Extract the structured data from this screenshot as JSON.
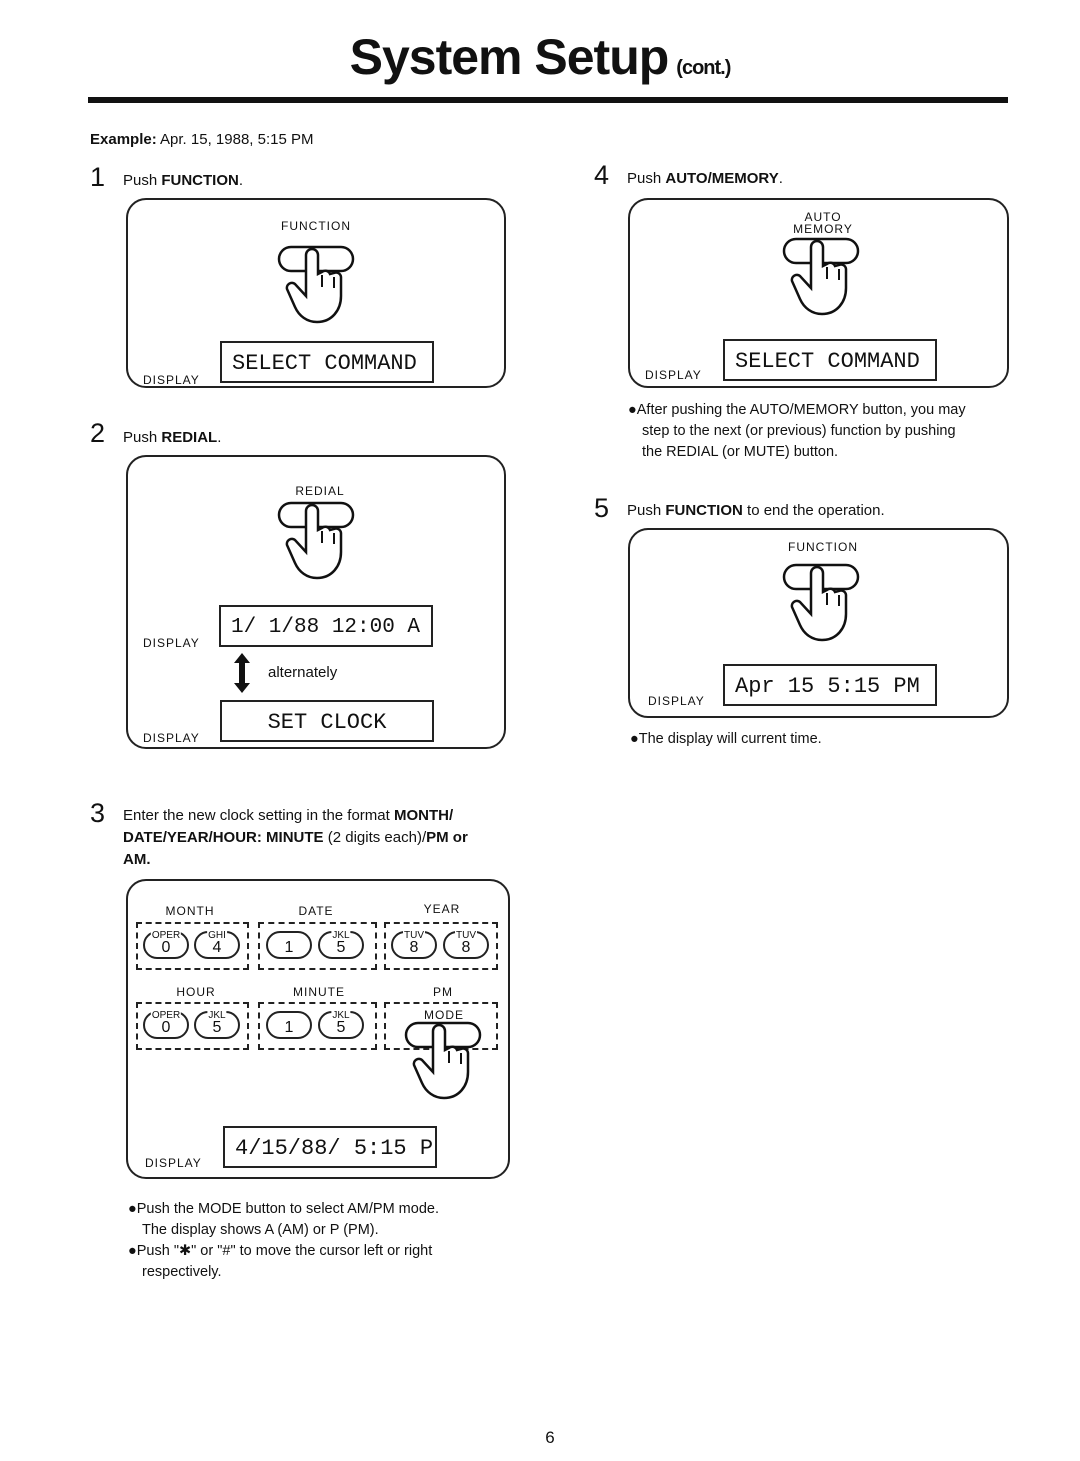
{
  "header": {
    "title": "System Setup",
    "title_suffix": "(cont.)"
  },
  "example": {
    "label": "Example:",
    "text": "Apr. 15, 1988, 5:15 PM"
  },
  "step1": {
    "num": "1",
    "prefix": "Push ",
    "button": "FUNCTION",
    "suffix": ".",
    "key_label": "FUNCTION",
    "display_label": "DISPLAY",
    "display": "SELECT COMMAND"
  },
  "step2": {
    "num": "2",
    "prefix": "Push ",
    "button": "REDIAL",
    "suffix": ".",
    "key_label": "REDIAL",
    "display_label": "DISPLAY",
    "display_a": "1/ 1/88 12:00 A",
    "alternately": "alternately",
    "display_b": "SET CLOCK"
  },
  "step3": {
    "num": "3",
    "text_line1_a": "Enter the new clock setting in the format ",
    "text_line1_b": "MONTH/",
    "text_line2_a": "DATE/YEAR/HOUR: MINUTE",
    "text_line2_b": " (2 digits each)/",
    "text_line2_c": "PM or",
    "text_line3": "AM.",
    "group_labels": {
      "month": "MONTH",
      "date": "DATE",
      "year": "YEAR",
      "hour": "HOUR",
      "minute": "MINUTE",
      "pm": "PM",
      "mode": "MODE"
    },
    "keys": {
      "month": [
        {
          "sub": "OPER",
          "num": "0"
        },
        {
          "sub": "GHI",
          "num": "4"
        }
      ],
      "date": [
        {
          "sub": "",
          "num": "1"
        },
        {
          "sub": "JKL",
          "num": "5"
        }
      ],
      "year": [
        {
          "sub": "TUV",
          "num": "8"
        },
        {
          "sub": "TUV",
          "num": "8"
        }
      ],
      "hour": [
        {
          "sub": "OPER",
          "num": "0"
        },
        {
          "sub": "JKL",
          "num": "5"
        }
      ],
      "minute": [
        {
          "sub": "",
          "num": "1"
        },
        {
          "sub": "JKL",
          "num": "5"
        }
      ]
    },
    "display_label": "DISPLAY",
    "display": "4/15/88/ 5:15 P",
    "notes": [
      "●Push the MODE button to select AM/PM mode.",
      "The display shows A (AM) or P (PM).",
      "●Push \"✱\" or \"#\" to move the cursor left or right",
      "respectively."
    ]
  },
  "step4": {
    "num": "4",
    "prefix": "Push ",
    "button": "AUTO/MEMORY",
    "suffix": ".",
    "key_label_1": "AUTO",
    "key_label_2": "MEMORY",
    "display_label": "DISPLAY",
    "display": "SELECT COMMAND",
    "notes": [
      "●After pushing the AUTO/MEMORY button, you may",
      "step to the next (or previous) function by pushing",
      "the REDIAL (or MUTE) button."
    ]
  },
  "step5": {
    "num": "5",
    "prefix": "Push ",
    "button": "FUNCTION",
    "suffix": " to end the operation.",
    "key_label": "FUNCTION",
    "display_label": "DISPLAY",
    "display": "Apr 15 5:15 PM",
    "notes": [
      "●The display will current time."
    ]
  },
  "page_number": "6"
}
